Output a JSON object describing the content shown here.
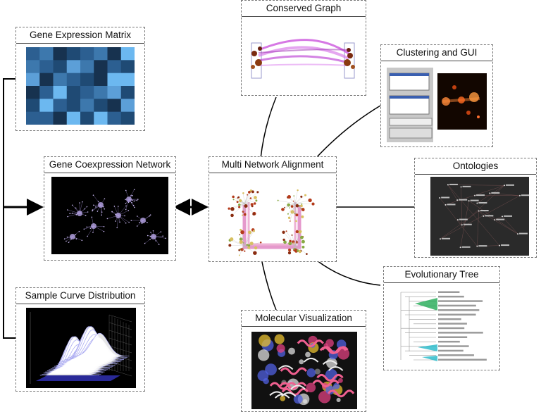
{
  "panels": {
    "gene_expression_matrix": "Gene Expression Matrix",
    "gene_coexpression_network": "Gene Coexpression Network",
    "sample_curve_distribution": "Sample Curve Distribution",
    "conserved_graph": "Conserved Graph",
    "multi_network_alignment": "Multi Network Alignment",
    "molecular_visualization": "Molecular Visualization",
    "clustering_and_gui": "Clustering and GUI",
    "ontologies": "Ontologies",
    "evolutionary_tree": "Evolutionary Tree"
  },
  "colors": {
    "heatmap_dark": "#1c3a5e",
    "heatmap_mid": "#3f7fb8",
    "heatmap_light": "#6cb8f0",
    "alignment_edges": "#cc3399",
    "coexpression_nodes": "#b9a6e8"
  }
}
